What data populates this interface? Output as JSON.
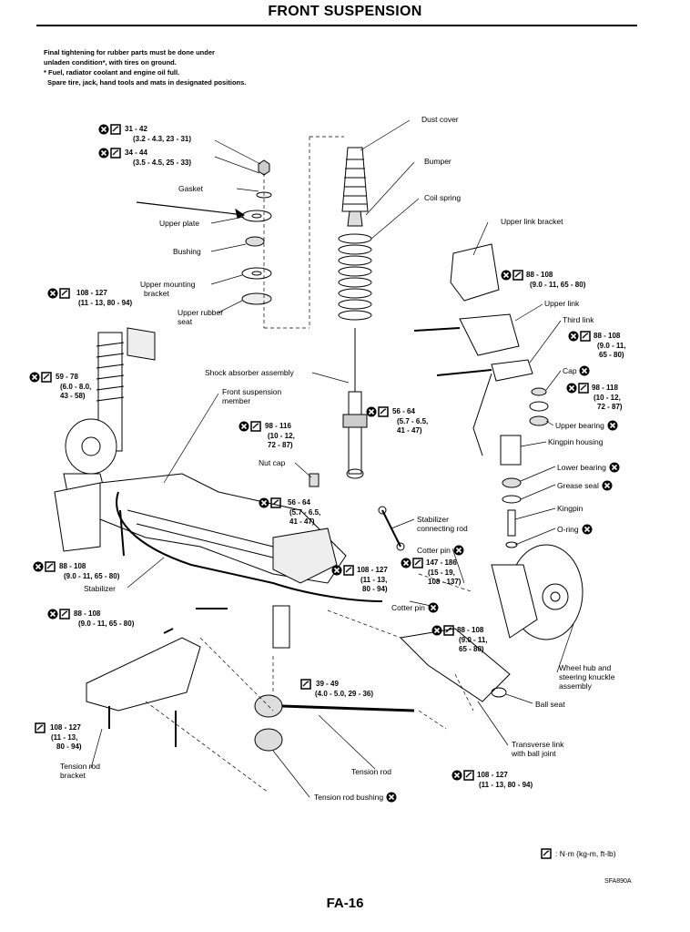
{
  "page": {
    "title": "FRONT SUSPENSION",
    "notes": [
      "Final tightening for rubber parts must be done under",
      "unladen condition*, with tires on ground.",
      "* Fuel, radiator coolant and engine oil full.",
      "  Spare tire, jack, hand tools and mats in designated positions."
    ],
    "page_number": "FA-16",
    "figure_code": "SFA890A",
    "legend_text": ": N·m (kg-m, ft-lb)"
  },
  "labels": {
    "dust_cover": "Dust cover",
    "bumper": "Bumper",
    "coil_spring": "Coil spring",
    "upper_link_bracket": "Upper link bracket",
    "upper_link": "Upper link",
    "third_link": "Third link",
    "cap": "Cap",
    "upper_bearing": "Upper bearing",
    "kingpin_housing": "Kingpin housing",
    "lower_bearing": "Lower bearing",
    "grease_seal": "Grease seal",
    "kingpin": "Kingpin",
    "o_ring": "O-ring",
    "gasket": "Gasket",
    "upper_plate": "Upper plate",
    "bushing": "Bushing",
    "upper_mounting_bracket_1": "Upper mounting",
    "upper_mounting_bracket_2": "bracket",
    "upper_rubber_seat_1": "Upper rubber",
    "upper_rubber_seat_2": "seat",
    "shock_absorber": "Shock absorber assembly",
    "front_suspension_member_1": "Front suspension",
    "front_suspension_member_2": "member",
    "nut_cap": "Nut cap",
    "stabilizer_rod_1": "Stabilizer",
    "stabilizer_rod_2": "connecting rod",
    "cotter_pin_1": "Cotter pin",
    "cotter_pin_2": "Cotter pin",
    "stabilizer": "Stabilizer",
    "wheel_hub_1": "Wheel hub and",
    "wheel_hub_2": "steering knuckle",
    "wheel_hub_3": "assembly",
    "ball_seat": "Ball seat",
    "transverse_link_1": "Transverse link",
    "transverse_link_2": "with ball joint",
    "tension_rod": "Tension rod",
    "tension_rod_bushing": "Tension rod bushing",
    "tension_rod_bracket_1": "Tension rod",
    "tension_rod_bracket_2": "bracket"
  },
  "torques": {
    "t1": [
      "31 - 42",
      "(3.2 - 4.3, 23 - 31)"
    ],
    "t2": [
      "34 - 44",
      "(3.5 - 4.5, 25 - 33)"
    ],
    "t3": [
      "108 - 127",
      "(11 - 13, 80 - 94)"
    ],
    "t4": [
      "59 - 78",
      "(6.0 - 8.0,",
      "43 - 58)"
    ],
    "t5": [
      "98 - 116",
      "(10 - 12,",
      "72 - 87)"
    ],
    "t6": [
      "56 - 64",
      "(5.7 - 6.5,",
      "41 - 47)"
    ],
    "t7": [
      "56 - 64",
      "(5.7 - 6.5,",
      "41 - 47)"
    ],
    "t8": [
      "88 - 108",
      "(9.0 - 11, 65 - 80)"
    ],
    "t9": [
      "88 - 108",
      "(9.0 - 11,",
      "65 - 80)"
    ],
    "t10": [
      "98 - 118",
      "(10 - 12,",
      "72 - 87)"
    ],
    "t11": [
      "88 - 108",
      "(9.0 - 11, 65 - 80)"
    ],
    "t12": [
      "108 - 127",
      "(11 - 13,",
      "80 - 94)"
    ],
    "t13": [
      "147 - 186",
      "(15 - 19,",
      "108 - 137)"
    ],
    "t14": [
      "88 - 108",
      "(9.0 - 11, 65 - 80)"
    ],
    "t15": [
      "88 - 108",
      "(9.0 - 11,",
      "65 - 80)"
    ],
    "t16": [
      "39 - 49",
      "(4.0 - 5.0, 29 - 36)"
    ],
    "t17": [
      "108 - 127",
      "(11 - 13,",
      "80 - 94)"
    ],
    "t18": [
      "108 - 127",
      "(11 - 13, 80 - 94)"
    ]
  }
}
